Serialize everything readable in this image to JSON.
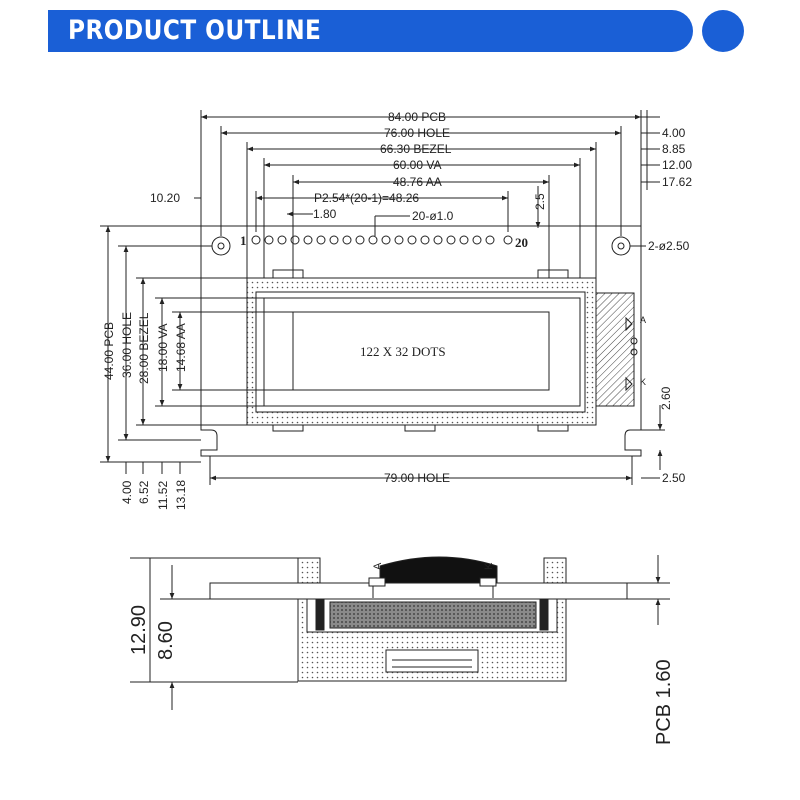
{
  "header": {
    "title": "PRODUCT OUTLINE"
  },
  "colors": {
    "accent": "#1a5fd6",
    "line": "#222222"
  },
  "top_view": {
    "dims_horizontal": [
      "84.00 PCB",
      "76.00 HOLE",
      "66.30 BEZEL",
      "60.00 VA",
      "48.76 AA",
      "P2.54*(20-1)=48.26",
      "1.80",
      "20-ø1.0",
      "2.5"
    ],
    "dims_right": [
      "4.00",
      "8.85",
      "12.00",
      "17.62"
    ],
    "left_offset": "10.20",
    "pin_first": "1",
    "pin_last": "20",
    "mount_holes": "2-ø2.50",
    "dims_vertical": [
      "44.00 PCB",
      "36.00 HOLE",
      "28.00 BEZEL",
      "18.00 VA",
      "14.68 AA"
    ],
    "dims_bottom_left": [
      "4.00",
      "6.52",
      "11.52",
      "13.18"
    ],
    "hole_bottom": "79.00 HOLE",
    "right_small": [
      "2.60",
      "2.50"
    ],
    "display_text": "122 X 32 DOTS",
    "led_labels": [
      "A",
      "K"
    ]
  },
  "side_view": {
    "total_height": "12.90",
    "module_height": "8.60",
    "pcb_thickness": "PCB 1.60",
    "anode": "A",
    "cathode": "K"
  }
}
